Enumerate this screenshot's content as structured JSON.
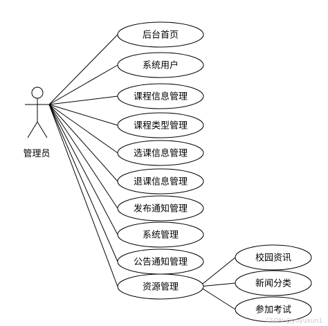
{
  "diagram": {
    "type": "use-case",
    "actor": {
      "label": "管理员"
    },
    "use_cases": [
      {
        "id": "uc1",
        "label": "后台首页"
      },
      {
        "id": "uc2",
        "label": "系统用户"
      },
      {
        "id": "uc3",
        "label": "课程信息管理"
      },
      {
        "id": "uc4",
        "label": "课程类型管理"
      },
      {
        "id": "uc5",
        "label": "选课信息管理"
      },
      {
        "id": "uc6",
        "label": "退课信息管理"
      },
      {
        "id": "uc7",
        "label": "发布通知管理"
      },
      {
        "id": "uc8",
        "label": "系统管理"
      },
      {
        "id": "uc9",
        "label": "公告通知管理"
      },
      {
        "id": "uc10",
        "label": "资源管理"
      },
      {
        "id": "uc11",
        "label": "校园资讯"
      },
      {
        "id": "uc12",
        "label": "新闻分类"
      },
      {
        "id": "uc13",
        "label": "参加考试"
      }
    ],
    "associations": [
      {
        "from": "actor",
        "to": "uc1"
      },
      {
        "from": "actor",
        "to": "uc2"
      },
      {
        "from": "actor",
        "to": "uc3"
      },
      {
        "from": "actor",
        "to": "uc4"
      },
      {
        "from": "actor",
        "to": "uc5"
      },
      {
        "from": "actor",
        "to": "uc6"
      },
      {
        "from": "actor",
        "to": "uc7"
      },
      {
        "from": "actor",
        "to": "uc8"
      },
      {
        "from": "actor",
        "to": "uc9"
      },
      {
        "from": "actor",
        "to": "uc10"
      },
      {
        "from": "uc10",
        "to": "uc11"
      },
      {
        "from": "uc10",
        "to": "uc12"
      },
      {
        "from": "uc10",
        "to": "uc13"
      }
    ],
    "watermark": "CSDN @yuyuxun1"
  }
}
